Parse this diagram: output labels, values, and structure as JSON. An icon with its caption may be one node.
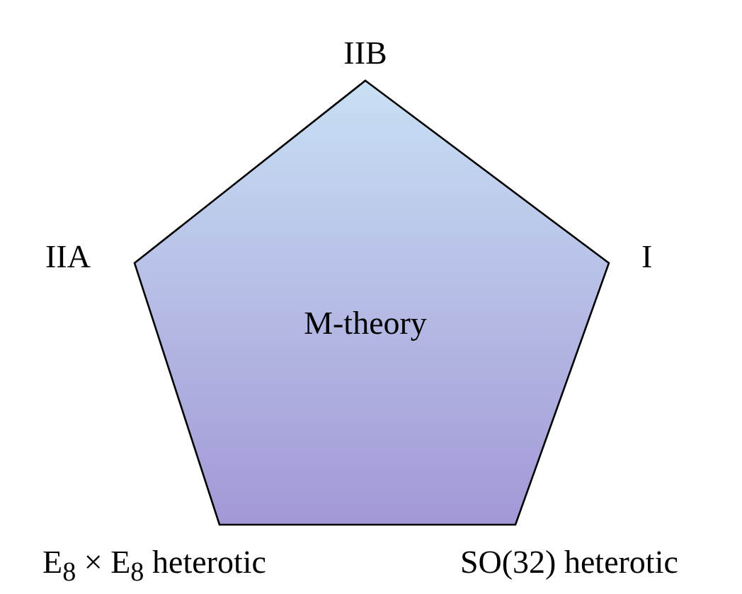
{
  "diagram": {
    "nodes": [
      {
        "text": [
          "M-theory"
        ]
      }
    ],
    "labels": [
      "IIB",
      "IIA",
      "I",
      "E$_{8}$ × E$_{8}$ heterotic",
      "SO(32) heterotic"
    ]
  }
}
